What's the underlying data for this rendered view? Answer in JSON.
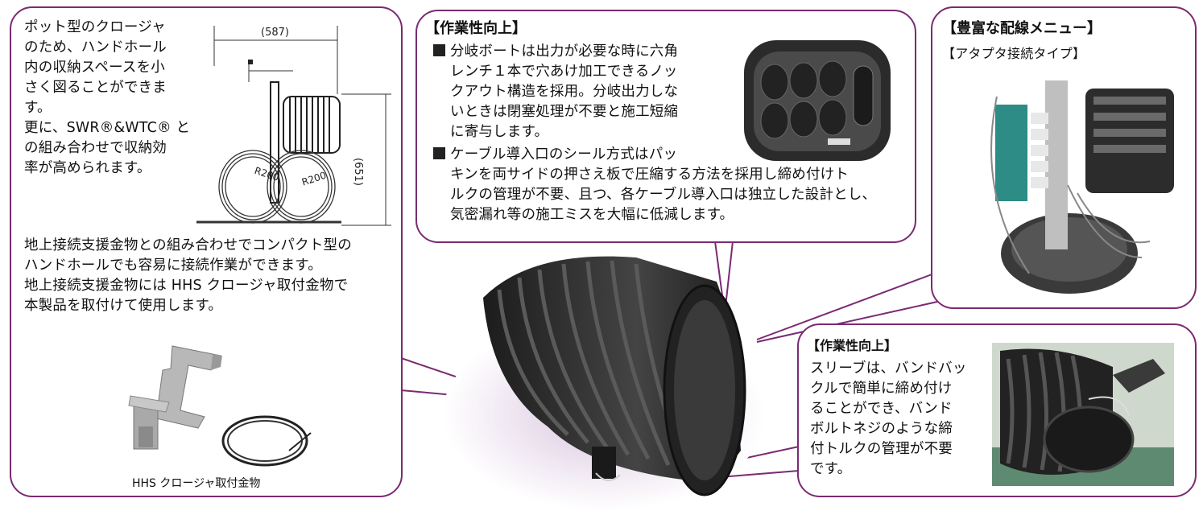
{
  "left_box": {
    "intro_lines": [
      "ポット型のクロージャ",
      "のため、ハンドホール",
      "内の収納スペースを小",
      "さく図ることができま",
      "す。",
      "更に、SWR®&WTC® と",
      "の組み合わせで収納効",
      "率が高められます。"
    ],
    "body_lines": [
      "地上接続支援金物との組み合わせでコンパクト型の",
      "ハンドホールでも容易に接続作業ができます。",
      "地上接続支援金物には HHS クロージャ取付金物で",
      "本製品を取付けて使用します。"
    ],
    "caption": "HHS クロージャ取付金物",
    "diagram": {
      "width_label": "(587)",
      "height_label": "(651)",
      "radius_label_1": "R200",
      "radius_label_2": "R200"
    }
  },
  "center_box": {
    "heading": "【作業性向上】",
    "bullet1_lines": [
      "分岐ボートは出力が必要な時に六角",
      "レンチ１本で穴あけ加工できるノッ",
      "クアウト構造を採用。分岐出力しな",
      "いときは閉塞処理が不要と施工短縮",
      "に寄与します。"
    ],
    "bullet2_lines": [
      "ケーブル導入口のシール方式はパッ",
      "キンを両サイドの押さえ板で圧縮する方法を採用し締め付けト",
      "ルクの管理が不要、且つ、各ケーブル導入口は独立した設計とし、",
      "気密漏れ等の施工ミスを大幅に低減します。"
    ]
  },
  "right_top_box": {
    "heading": "【豊富な配線メニュー】",
    "subheading": "【アタプタ接続タイプ】"
  },
  "right_bottom_box": {
    "heading": "【作業性向上】",
    "lines": [
      "スリーブは、バンドバッ",
      "クルで簡単に締め付け",
      "ることができ、バンド",
      "ボルトネジのような締",
      "付トルクの管理が不要",
      "です。"
    ]
  },
  "colors": {
    "border": "#7a2a72",
    "product_glow": "#e6d6ea",
    "product_body": "#2a2a2a"
  }
}
